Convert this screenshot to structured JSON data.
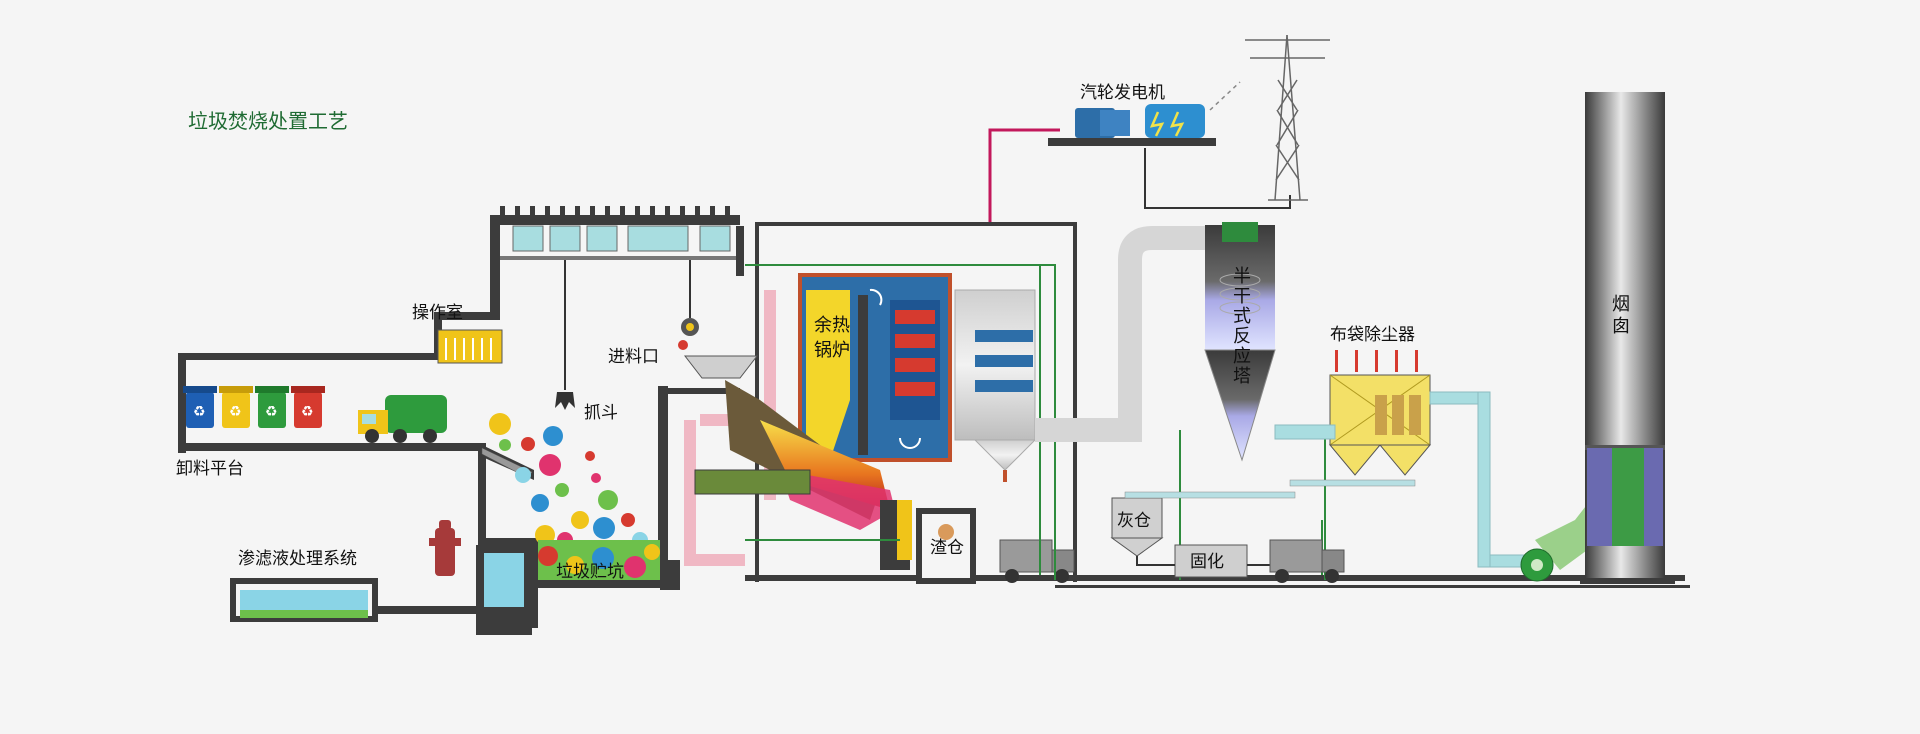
{
  "title": "垃圾焚烧处置工艺",
  "labels": {
    "generator": "汽轮发电机",
    "control_room": "操作室",
    "feed_inlet": "进料口",
    "grab": "抓斗",
    "unloading_platform": "卸料平台",
    "leachate": "渗滤液处理系统",
    "pit": "垃圾贮坑",
    "slag_bin": "渣仓",
    "ash_bin": "灰仓",
    "solidify": "固化",
    "baghouse": "布袋除尘器"
  },
  "vertical_labels": {
    "boiler_line1": "余热",
    "boiler_line2": "锅炉",
    "reactor": [
      "半",
      "干",
      "式",
      "反",
      "应",
      "塔"
    ],
    "chimney": [
      "烟",
      "囱"
    ]
  },
  "colors": {
    "title": "#1f6b33",
    "building": "#3c3c3c",
    "green_pipe": "#2e8b3d",
    "flue_duct": "#a9dde0",
    "boiler_blue": "#2d6ea8",
    "boiler_yellow": "#f3d62a",
    "power_line": "#c2185b"
  },
  "bins": [
    {
      "color": "#1e5fb4",
      "icon": "recycle-icon"
    },
    {
      "color": "#f0c419",
      "icon": "recycle-icon"
    },
    {
      "color": "#2e9b3d",
      "icon": "recycle-icon"
    },
    {
      "color": "#d63a2f",
      "icon": "recycle-icon"
    }
  ]
}
